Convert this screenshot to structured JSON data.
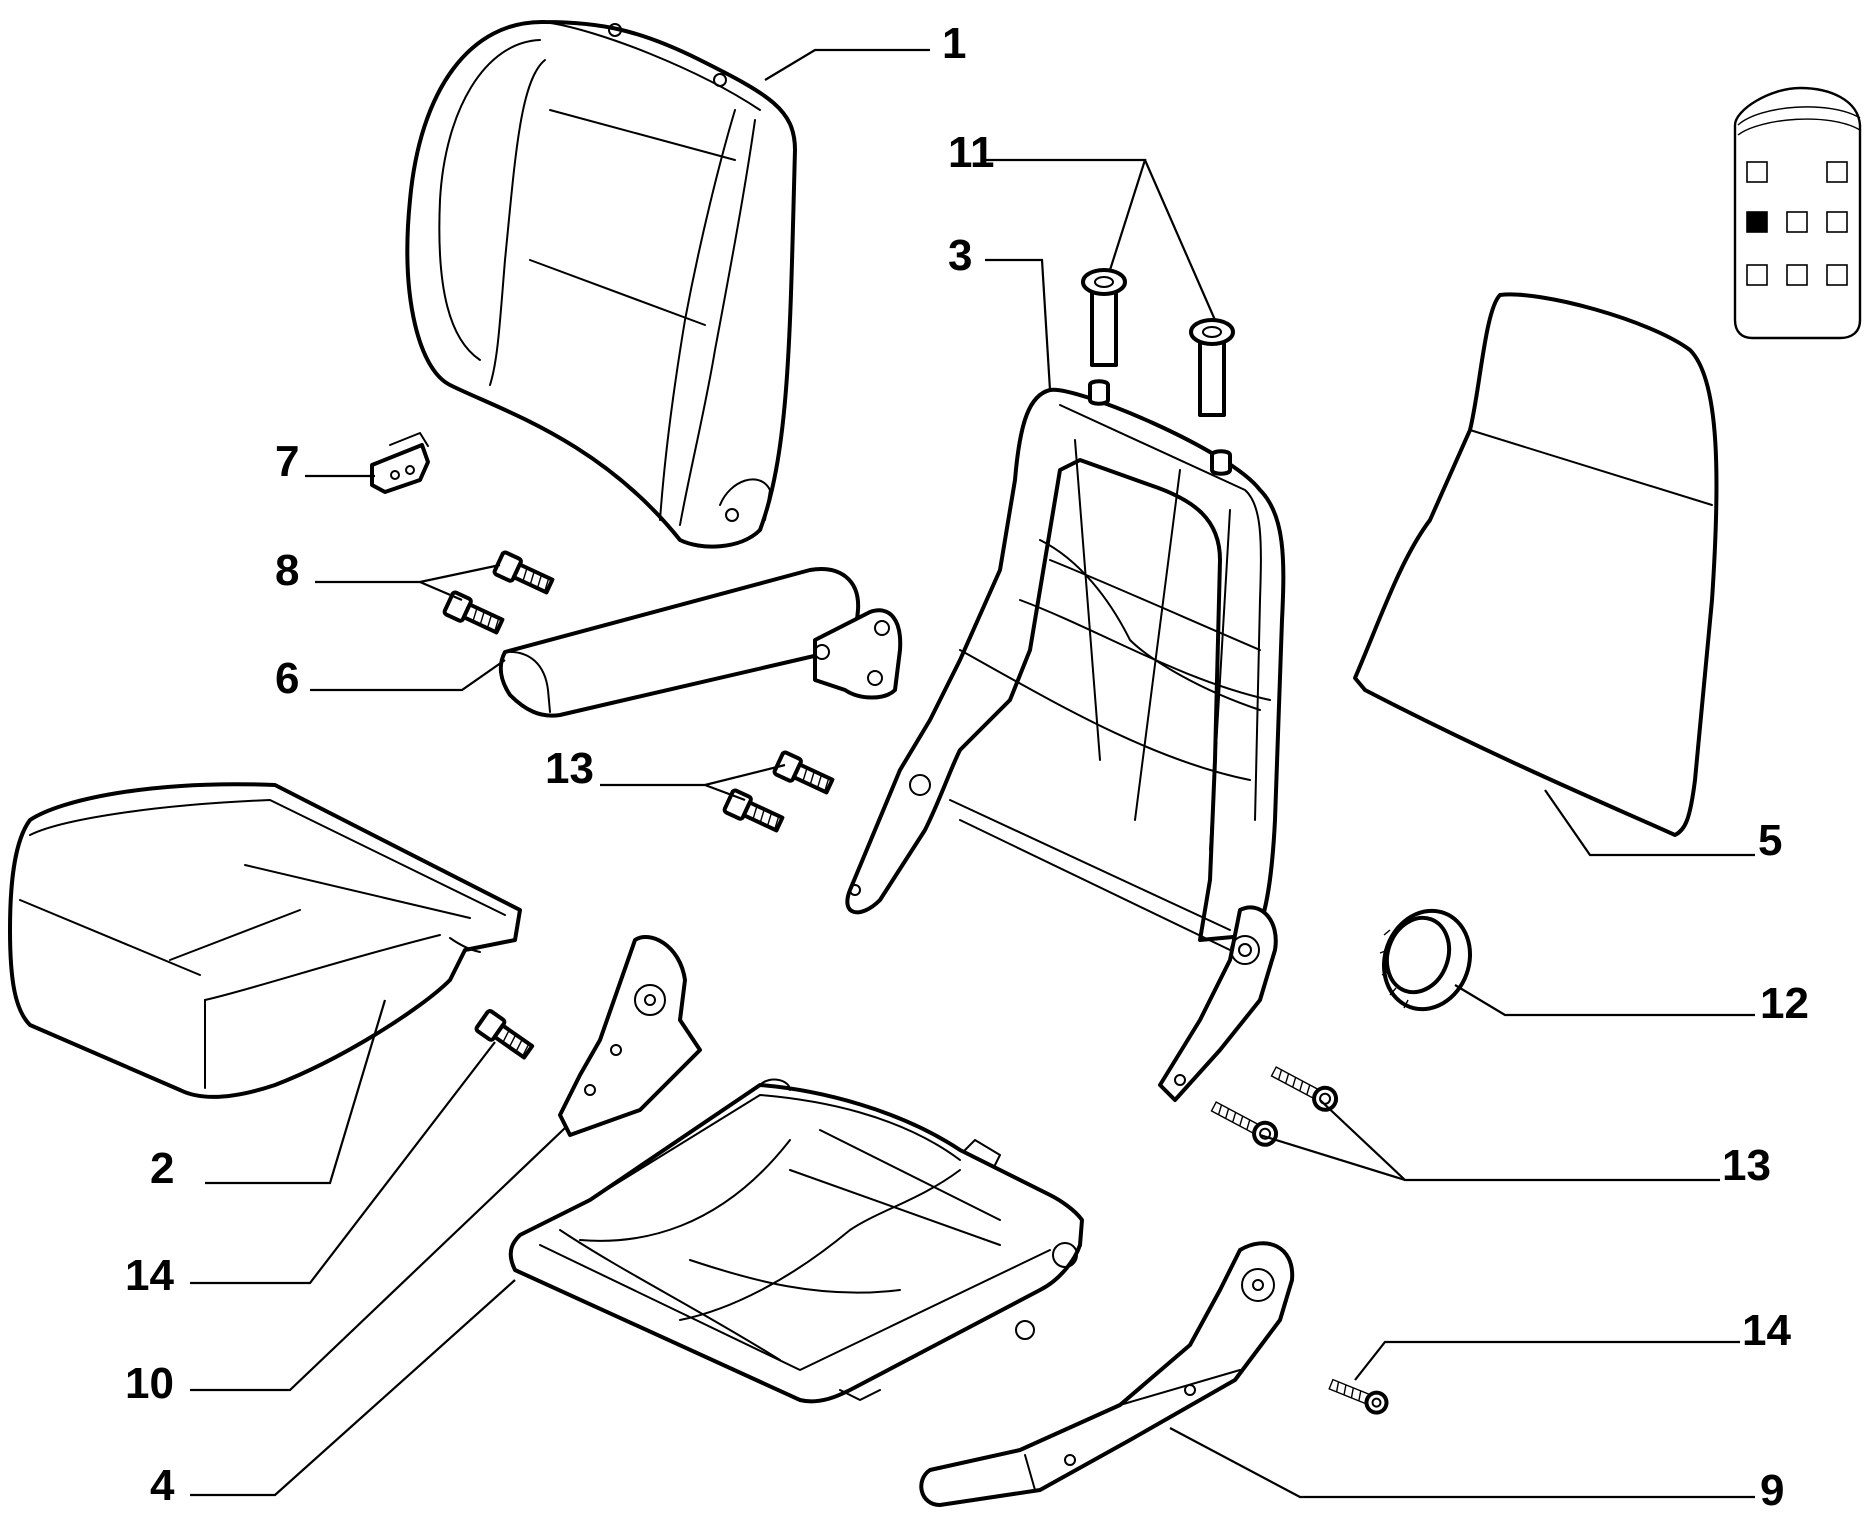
{
  "labels": [
    {
      "id": "1",
      "text": "1"
    },
    {
      "id": "11",
      "text": "11"
    },
    {
      "id": "3",
      "text": "3"
    },
    {
      "id": "7",
      "text": "7"
    },
    {
      "id": "8",
      "text": "8"
    },
    {
      "id": "6",
      "text": "6"
    },
    {
      "id": "13a",
      "text": "13"
    },
    {
      "id": "5",
      "text": "5"
    },
    {
      "id": "12",
      "text": "12"
    },
    {
      "id": "2",
      "text": "2"
    },
    {
      "id": "13b",
      "text": "13"
    },
    {
      "id": "14a",
      "text": "14"
    },
    {
      "id": "10",
      "text": "10"
    },
    {
      "id": "14b",
      "text": "14"
    },
    {
      "id": "4",
      "text": "4"
    },
    {
      "id": "9",
      "text": "9"
    }
  ],
  "inset": {
    "selected_position": "middle-row-left"
  }
}
